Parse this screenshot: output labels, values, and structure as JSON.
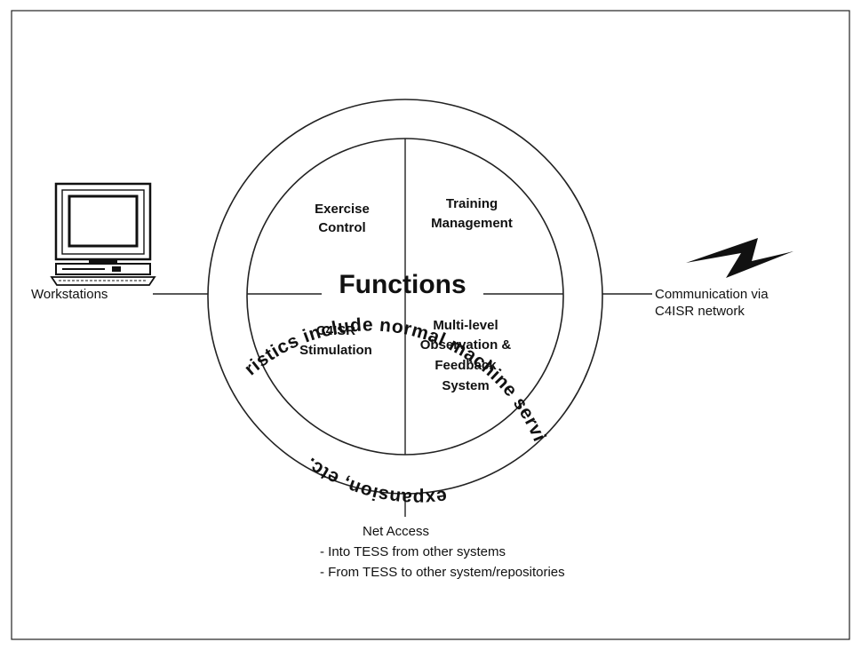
{
  "diagram": {
    "center_title": "Functions",
    "ring_text": "General Characteristics include normal machine services, data storage, expansion, etc.",
    "quadrants": {
      "top_left": [
        "Exercise",
        "Control"
      ],
      "top_right": [
        "Training",
        "Management"
      ],
      "bottom_left": [
        "C4ISR",
        "Stimulation"
      ],
      "bottom_right": [
        "Multi-level",
        "Observation &",
        "Feedback",
        "System"
      ]
    },
    "workstations_label": "Workstations",
    "communication_label": [
      "Communication via",
      "C4ISR network"
    ],
    "net_access": {
      "title": "Net Access",
      "items": [
        "- Into TESS from other systems",
        "- From TESS to other system/repositories"
      ]
    },
    "icons": {
      "workstation": "computer-workstation-icon",
      "communication": "lightning-bolt-icon"
    }
  }
}
